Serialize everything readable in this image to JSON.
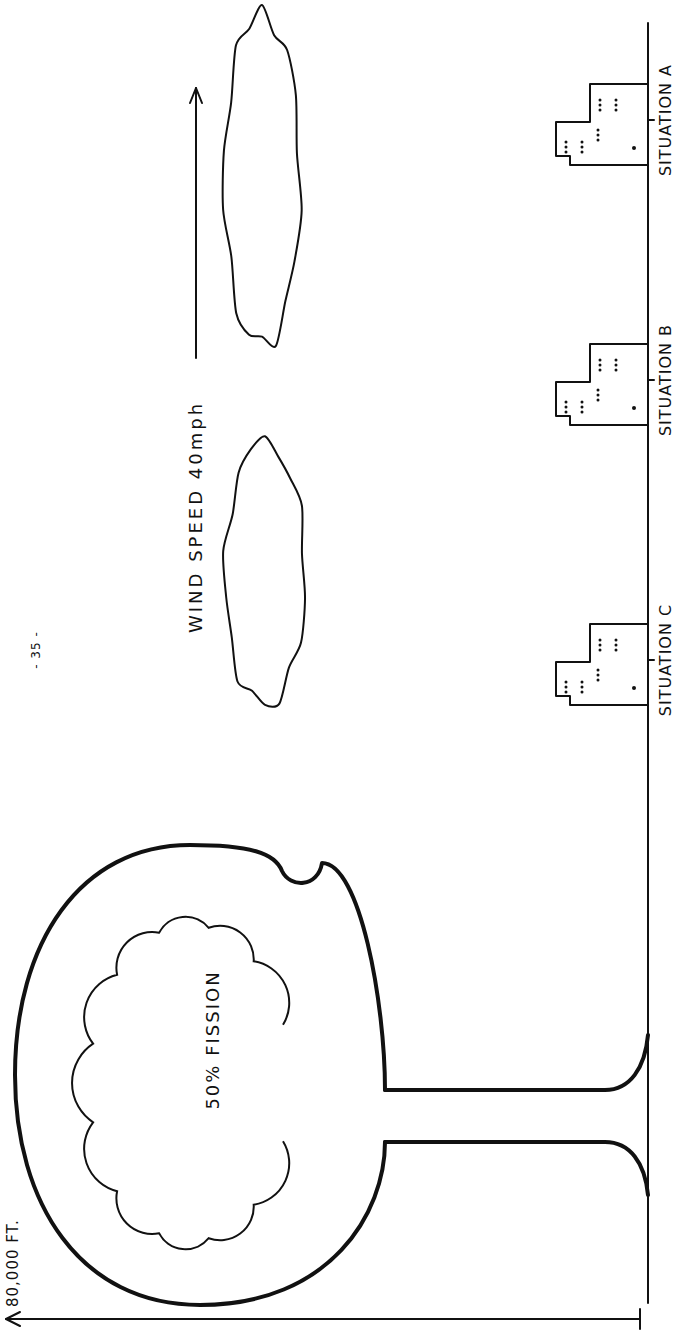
{
  "diagram": {
    "nodes": [
      {
        "text": [
          "50% FISSION"
        ]
      }
    ],
    "labels": [
      "80,000 FT.",
      "WIND SPEED 40mph",
      "SITUATION C",
      "SITUATION B",
      "SITUATION A",
      "- 35 -"
    ]
  }
}
